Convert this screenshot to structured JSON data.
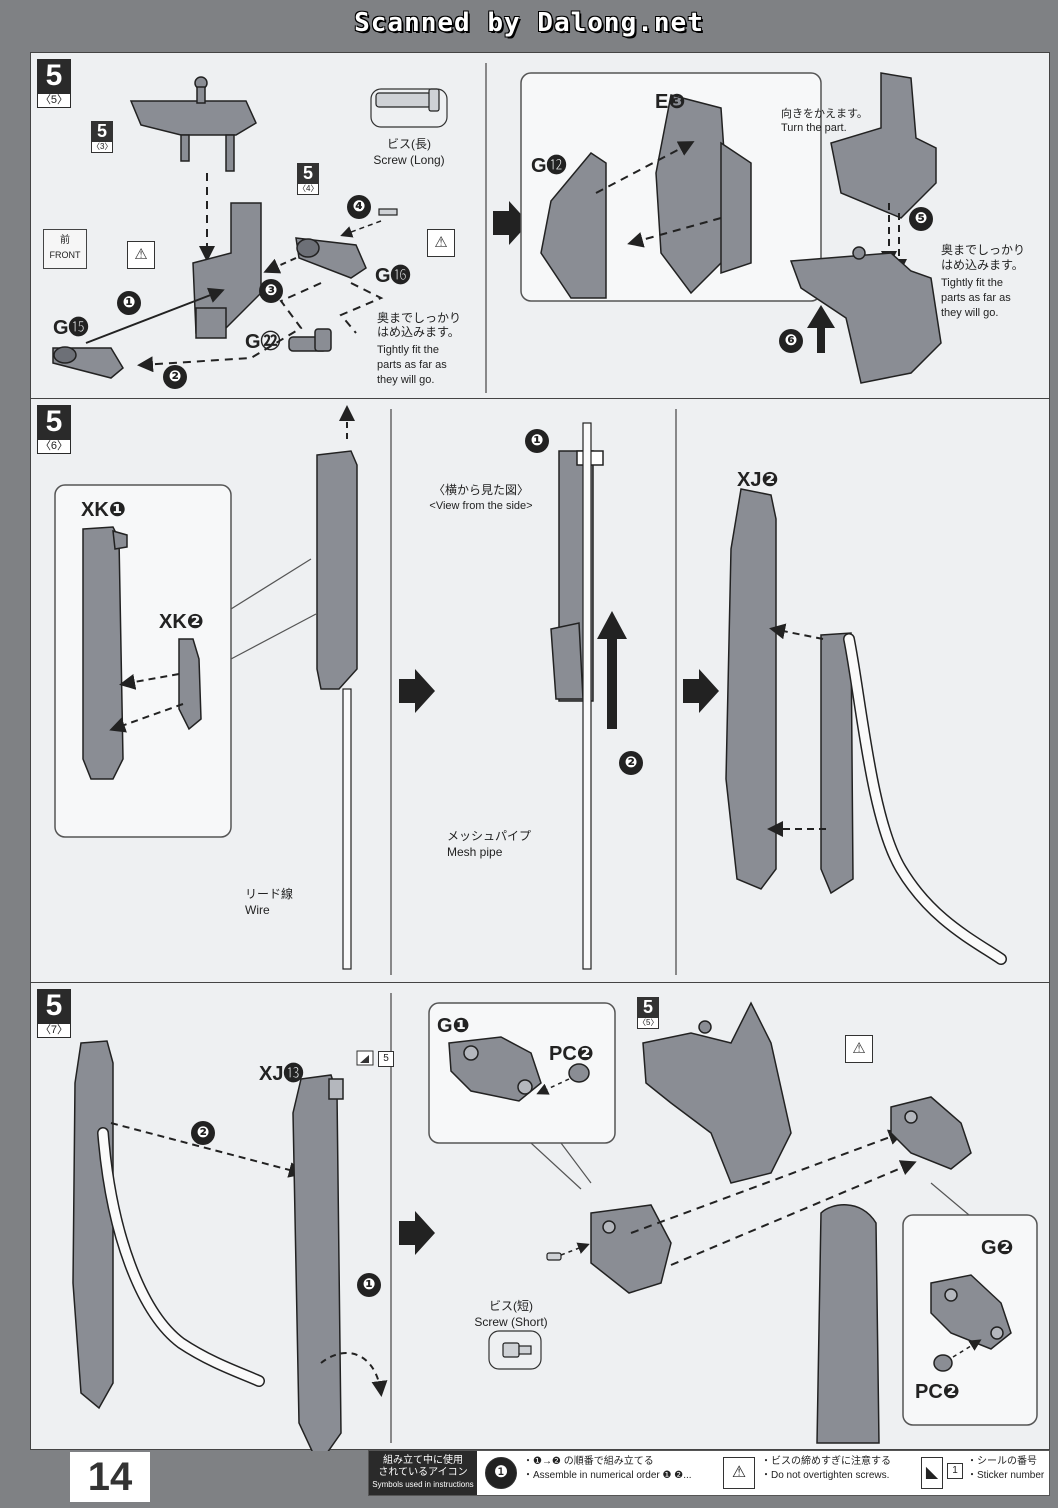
{
  "watermark": "Scanned by Dalong.net",
  "page_number": "14",
  "icons": {
    "front": "front-indicator-icon",
    "screw_warning": "screw-warning-icon",
    "order": "numbered-order-icon",
    "sticker": "sticker-icon"
  },
  "step5_5": {
    "badge_num": "5",
    "badge_sub": "〈5〉",
    "ref1_num": "5",
    "ref1_sub": "〈3〉",
    "ref2_num": "5",
    "ref2_sub": "〈4〉",
    "front_jp": "前",
    "front_en": "FRONT",
    "screw_long_jp": "ビス(長)",
    "screw_long_en": "Screw (Long)",
    "parts": [
      "G⓯",
      "G⓰",
      "G㉒",
      "E❸",
      "G⓬"
    ],
    "order": [
      "❶",
      "❷",
      "❸",
      "❹",
      "❺",
      "❻"
    ],
    "fit_jp_1": "奥までしっかり",
    "fit_jp_2": "はめ込みます。",
    "fit_en_1": "Tightly fit the",
    "fit_en_2": "parts as far as",
    "fit_en_3": "they will go.",
    "turn_jp": "向きをかえます。",
    "turn_en": "Turn the part.",
    "fit2_jp_1": "奥までしっかり",
    "fit2_jp_2": "はめ込みます。",
    "fit2_en_1": "Tightly fit the",
    "fit2_en_2": "parts as far as",
    "fit2_en_3": "they will go."
  },
  "step5_6": {
    "badge_num": "5",
    "badge_sub": "〈6〉",
    "parts": [
      "XK❶",
      "XK❷",
      "XJ❷"
    ],
    "side_jp": "〈横から見た図〉",
    "side_en": "<View from the side>",
    "wire_jp": "リード線",
    "wire_en": "Wire",
    "pipe_jp": "メッシュパイプ",
    "pipe_en": "Mesh pipe",
    "order": [
      "❶",
      "❷"
    ]
  },
  "step5_7": {
    "badge_num": "5",
    "badge_sub": "〈7〉",
    "ref_num": "5",
    "ref_sub": "〈5〉",
    "parts": [
      "XJ⓭",
      "G❶",
      "PC❷",
      "G❷",
      "PC❷"
    ],
    "sticker_no": "5",
    "screw_short_jp": "ビス(短)",
    "screw_short_en": "Screw (Short)",
    "order": [
      "❶",
      "❷"
    ]
  },
  "legend": {
    "title_jp_1": "組み立て中に使用",
    "title_jp_2": "されているアイコン",
    "title_en": "Symbols used in instructions",
    "order_jp": "・❶→❷ の順番で組み立てる",
    "order_en": "・Assemble in numerical order ❶ ❷...",
    "screw_jp": "・ビスの締めすぎに注意する",
    "screw_en": "・Do not overtighten screws.",
    "sticker_no": "1",
    "sticker_jp": "・シールの番号",
    "sticker_en": "・Sticker number"
  }
}
